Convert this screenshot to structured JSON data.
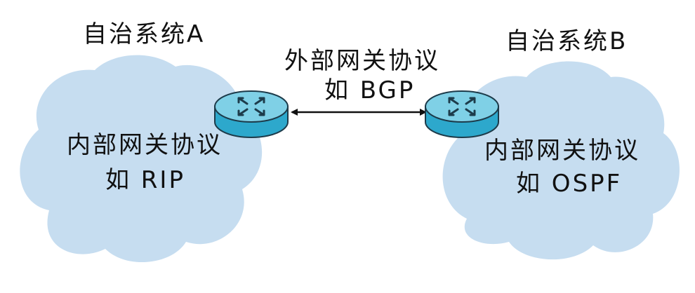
{
  "autonomous_system_a": {
    "title": "自治系统A",
    "protocol_line1": "内部网关协议",
    "protocol_line2": "如 RIP"
  },
  "autonomous_system_b": {
    "title": "自治系统B",
    "protocol_line1": "内部网关协议",
    "protocol_line2": "如 OSPF"
  },
  "exterior_link": {
    "line1": "外部网关协议",
    "line2": "如 BGP"
  },
  "colors": {
    "cloud_fill": "#c6ddf0",
    "router_top": "#7fd0e6",
    "router_side": "#2da8cc",
    "router_outline": "#1d3b4a",
    "arrow": "#111111",
    "text": "#111111"
  },
  "icons": {
    "router": "router-icon",
    "link": "double-arrow-icon"
  }
}
